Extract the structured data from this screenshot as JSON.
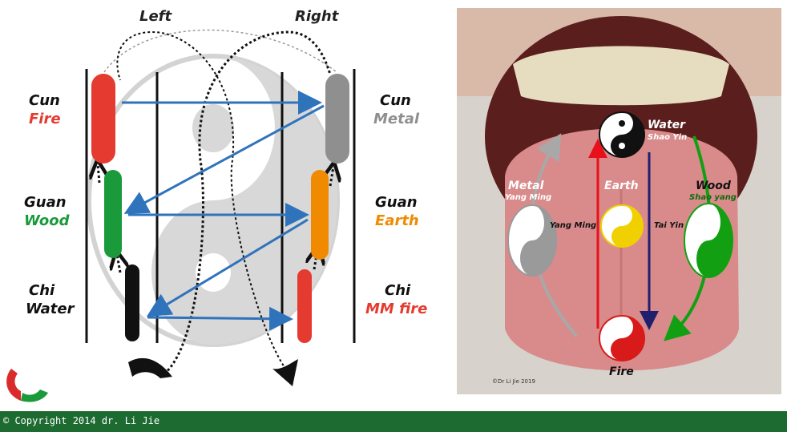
{
  "left_diagram": {
    "header_left": "Left",
    "header_right": "Right",
    "labels": {
      "cun_left": {
        "position": "Cun",
        "element": "Fire"
      },
      "guan_left": {
        "position": "Guan",
        "element": "Wood"
      },
      "chi_left": {
        "position": "Chi",
        "element": "Water"
      },
      "cun_right": {
        "position": "Cun",
        "element": "Metal"
      },
      "guan_right": {
        "position": "Guan",
        "element": "Earth"
      },
      "chi_right": {
        "position": "Chi",
        "element": "MM fire"
      }
    }
  },
  "tongue_photo": {
    "water": {
      "name": "Water",
      "sub": "Shao Yin"
    },
    "metal": {
      "name": "Metal",
      "sub": "Yang Ming"
    },
    "earth": {
      "name": "Earth"
    },
    "wood": {
      "name": "Wood",
      "sub": "Shao yang"
    },
    "yang_ming": "Yang Ming",
    "tai_yin": "Tai Yin",
    "fire": "Fire",
    "credit": "©Dr Li Jie 2019"
  },
  "footer": {
    "copyright": "© Copyright 2014 dr. Li Jie"
  },
  "colors": {
    "fire": "#e53a2f",
    "metal": "#8f8f8f",
    "wood": "#1a9a3a",
    "earth": "#f08a00",
    "water": "#2b2b2b",
    "arrow_blue": "#2f73bb",
    "footer_bg": "#1e6b32"
  }
}
